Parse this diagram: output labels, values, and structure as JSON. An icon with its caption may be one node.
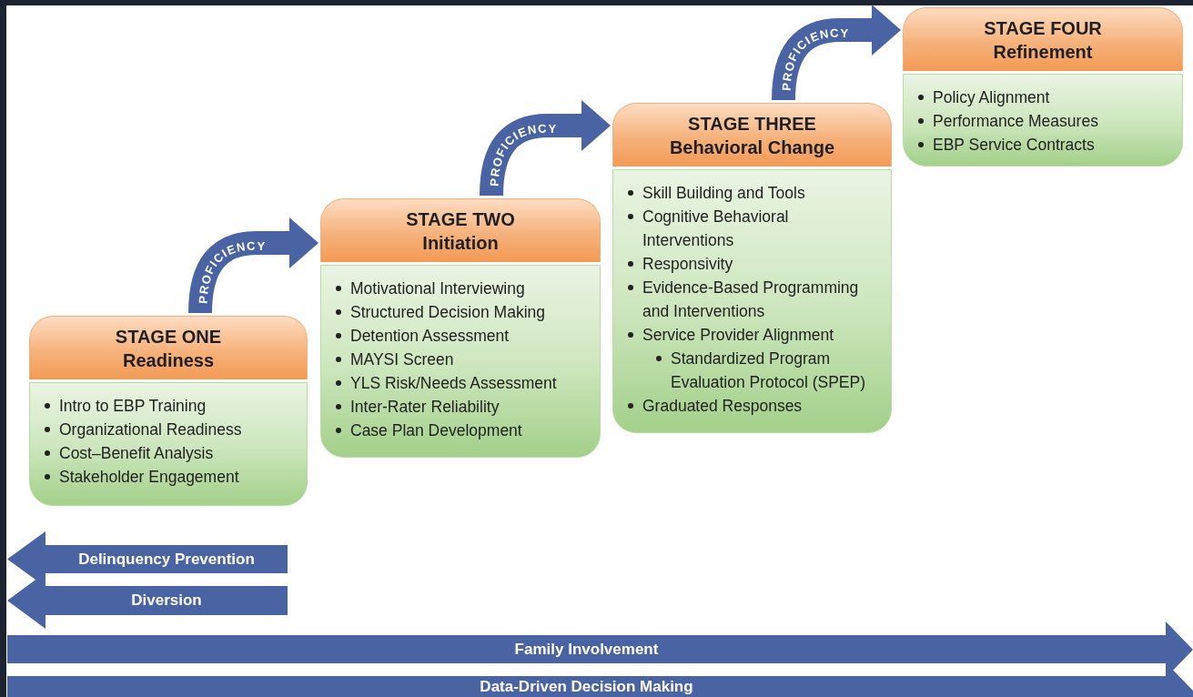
{
  "diagram": {
    "nodes": [
      {
        "text": [
          "STAGE ONE",
          "Readiness",
          "Intro to EBP Training",
          "Organizational Readiness",
          "Cost–Benefit Analysis",
          "Stakeholder Engagement"
        ]
      },
      {
        "text": [
          "STAGE TWO",
          "Initiation",
          "Motivational Interviewing",
          "Structured Decision Making",
          "Detention Assessment",
          "MAYSI Screen",
          "YLS Risk/Needs Assessment",
          "Inter-Rater Reliability",
          "Case Plan Development"
        ]
      },
      {
        "text": [
          "STAGE THREE",
          "Behavioral Change",
          "Skill Building and Tools",
          "Cognitive Behavioral Interventions",
          "Responsivity",
          "Evidence-Based Programming and Interventions",
          "Service Provider Alignment",
          "Standardized Program Evaluation Protocol (SPEP)",
          "Graduated Responses"
        ]
      },
      {
        "text": [
          "STAGE FOUR",
          "Refinement",
          "Policy Alignment",
          "Performance Measures",
          "EBP Service Contracts"
        ]
      }
    ],
    "edges": [
      {
        "from": 0,
        "to": 1,
        "arrow": "to",
        "label": "PROFICIENCY"
      },
      {
        "from": 1,
        "to": 2,
        "arrow": "to",
        "label": "PROFICIENCY"
      },
      {
        "from": 2,
        "to": 3,
        "arrow": "to",
        "label": "PROFICIENCY"
      }
    ],
    "labels": [
      "Delinquency Prevention",
      "Diversion",
      "Family Involvement",
      "Data-Driven Decision Making"
    ]
  }
}
